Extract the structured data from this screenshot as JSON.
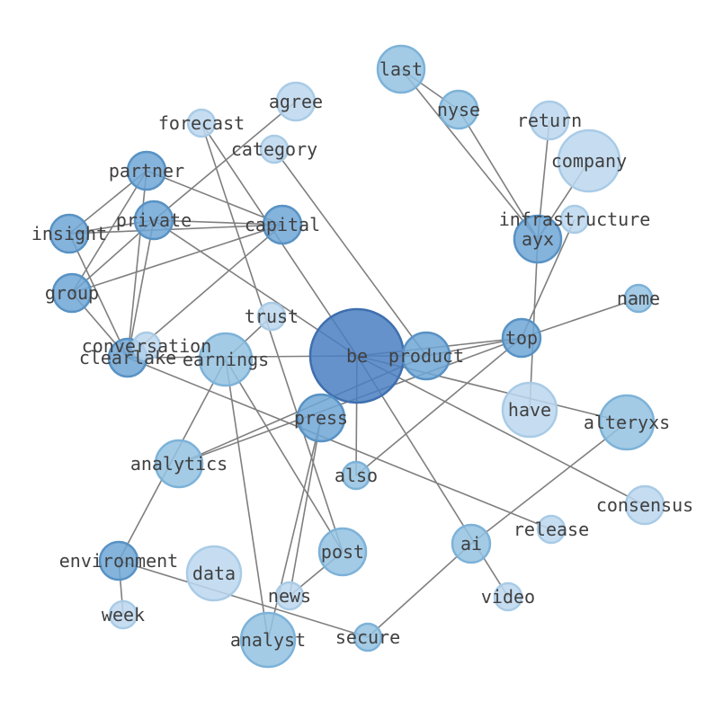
{
  "colors": {
    "edge": "#7f7f7f",
    "label": "#404040",
    "tiers": {
      "dark": {
        "fill": "#4a7fc1",
        "stroke": "#3f6fae"
      },
      "mid": {
        "fill": "#6ea6d6",
        "stroke": "#5892c4"
      },
      "light": {
        "fill": "#93c2e2",
        "stroke": "#7db2d8"
      },
      "pale": {
        "fill": "#bcd7ee",
        "stroke": "#a9cbe6"
      }
    }
  },
  "nodes": [
    {
      "id": "be",
      "label": "be"
    },
    {
      "id": "product",
      "label": "product"
    },
    {
      "id": "top",
      "label": "top"
    },
    {
      "id": "press",
      "label": "press"
    },
    {
      "id": "clearlake",
      "label": "clearlake"
    },
    {
      "id": "capital",
      "label": "capital"
    },
    {
      "id": "private",
      "label": "private"
    },
    {
      "id": "partner",
      "label": "partner"
    },
    {
      "id": "insight",
      "label": "insight"
    },
    {
      "id": "group",
      "label": "group"
    },
    {
      "id": "ayx",
      "label": "ayx"
    },
    {
      "id": "environment",
      "label": "environment"
    },
    {
      "id": "earnings",
      "label": "earnings"
    },
    {
      "id": "analytics",
      "label": "analytics"
    },
    {
      "id": "alteryxs",
      "label": "alteryxs"
    },
    {
      "id": "post",
      "label": "post"
    },
    {
      "id": "analyst",
      "label": "analyst"
    },
    {
      "id": "ai",
      "label": "ai"
    },
    {
      "id": "last",
      "label": "last"
    },
    {
      "id": "nyse",
      "label": "nyse"
    },
    {
      "id": "name",
      "label": "name"
    },
    {
      "id": "also",
      "label": "also"
    },
    {
      "id": "secure",
      "label": "secure"
    },
    {
      "id": "company",
      "label": "company"
    },
    {
      "id": "have",
      "label": "have"
    },
    {
      "id": "data",
      "label": "data"
    },
    {
      "id": "agree",
      "label": "agree"
    },
    {
      "id": "return",
      "label": "return"
    },
    {
      "id": "consensus",
      "label": "consensus"
    },
    {
      "id": "forecast",
      "label": "forecast"
    },
    {
      "id": "category",
      "label": "category"
    },
    {
      "id": "infrastructure",
      "label": "infrastructure"
    },
    {
      "id": "trust",
      "label": "trust"
    },
    {
      "id": "conversation",
      "label": "conversation"
    },
    {
      "id": "release",
      "label": "release"
    },
    {
      "id": "news",
      "label": "news"
    },
    {
      "id": "video",
      "label": "video"
    },
    {
      "id": "week",
      "label": "week"
    }
  ],
  "edges": [
    [
      "be",
      "clearlake"
    ],
    [
      "be",
      "product"
    ],
    [
      "be",
      "top"
    ],
    [
      "be",
      "alteryxs"
    ],
    [
      "be",
      "also"
    ],
    [
      "be",
      "private"
    ],
    [
      "be",
      "forecast"
    ],
    [
      "be",
      "consensus"
    ],
    [
      "be",
      "video"
    ],
    [
      "product",
      "category"
    ],
    [
      "product",
      "top"
    ],
    [
      "product",
      "analytics"
    ],
    [
      "top",
      "name"
    ],
    [
      "top",
      "also"
    ],
    [
      "top",
      "analytics"
    ],
    [
      "ayx",
      "last"
    ],
    [
      "ayx",
      "nyse"
    ],
    [
      "ayx",
      "company"
    ],
    [
      "ayx",
      "return"
    ],
    [
      "last",
      "nyse"
    ],
    [
      "have",
      "ayx"
    ],
    [
      "infrastructure",
      "top"
    ],
    [
      "partner",
      "insight"
    ],
    [
      "partner",
      "group"
    ],
    [
      "partner",
      "clearlake"
    ],
    [
      "partner",
      "capital"
    ],
    [
      "private",
      "capital"
    ],
    [
      "private",
      "insight"
    ],
    [
      "private",
      "group"
    ],
    [
      "private",
      "clearlake"
    ],
    [
      "private",
      "agree"
    ],
    [
      "insight",
      "capital"
    ],
    [
      "insight",
      "clearlake"
    ],
    [
      "group",
      "capital"
    ],
    [
      "group",
      "clearlake"
    ],
    [
      "clearlake",
      "capital"
    ],
    [
      "clearlake",
      "release"
    ],
    [
      "earnings",
      "trust"
    ],
    [
      "earnings",
      "post"
    ],
    [
      "earnings",
      "analyst"
    ],
    [
      "earnings",
      "environment"
    ],
    [
      "press",
      "news"
    ],
    [
      "press",
      "analyst"
    ],
    [
      "post",
      "news"
    ],
    [
      "environment",
      "week"
    ],
    [
      "environment",
      "secure"
    ],
    [
      "ai",
      "secure"
    ],
    [
      "ai",
      "alteryxs"
    ],
    [
      "forecast",
      "post"
    ]
  ]
}
